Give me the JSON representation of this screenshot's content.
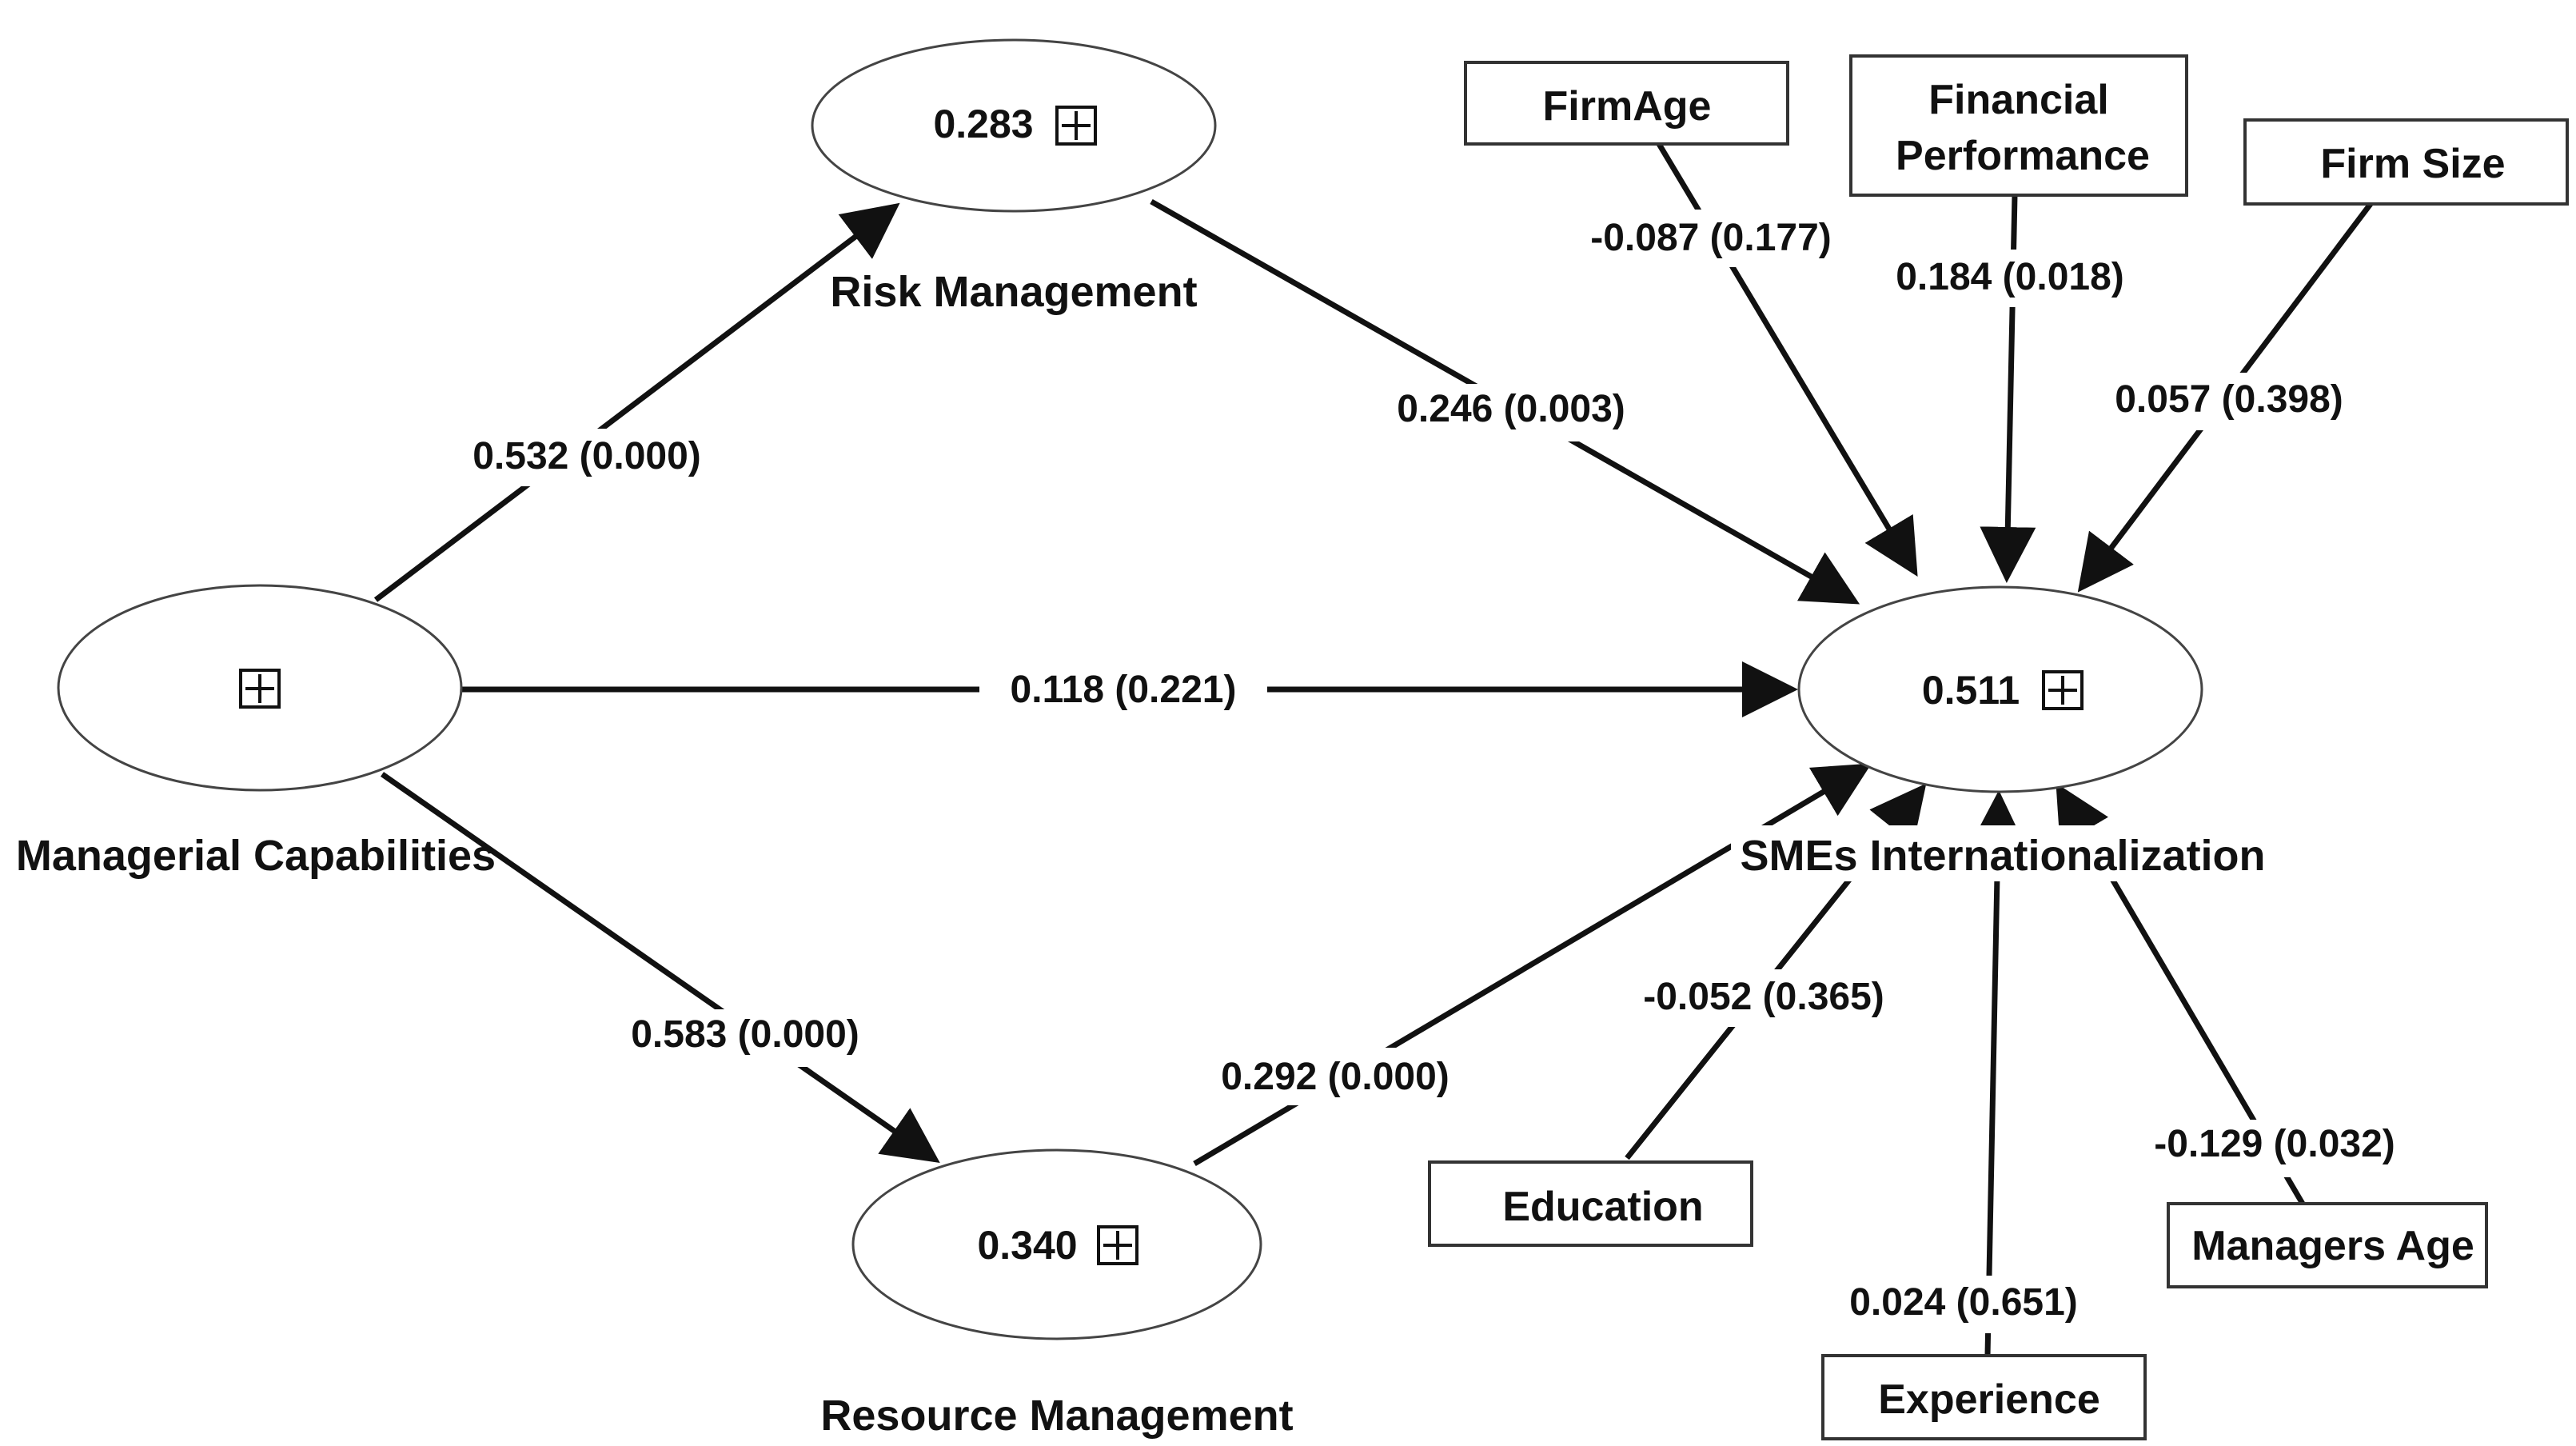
{
  "constructs": {
    "managerial_capabilities": {
      "label": "Managerial Capabilities",
      "r2": ""
    },
    "risk_management": {
      "label": "Risk Management",
      "r2": "0.283"
    },
    "resource_management": {
      "label": "Resource Management",
      "r2": "0.340"
    },
    "smes_internationalization": {
      "label": "SMEs Internationalization",
      "r2": "0.511"
    }
  },
  "controls": {
    "firm_age": "FirmAge",
    "financial_performance_line1": "Financial",
    "financial_performance_line2": "Performance",
    "firm_size": "Firm Size",
    "education": "Education",
    "experience": "Experience",
    "managers_age": "Managers Age"
  },
  "paths": {
    "mc_rm": "0.532 (0.000)",
    "mc_si": "0.118 (0.221)",
    "mc_resm": "0.583 (0.000)",
    "rm_si": "0.246 (0.003)",
    "resm_si": "0.292 (0.000)",
    "firm_age_si": "-0.087 (0.177)",
    "fin_perf_si": "0.184 (0.018)",
    "firm_size_si": "0.057 (0.398)",
    "education_si": "-0.052 (0.365)",
    "experience_si": "0.024 (0.651)",
    "managers_age_si": "-0.129 (0.032)"
  }
}
